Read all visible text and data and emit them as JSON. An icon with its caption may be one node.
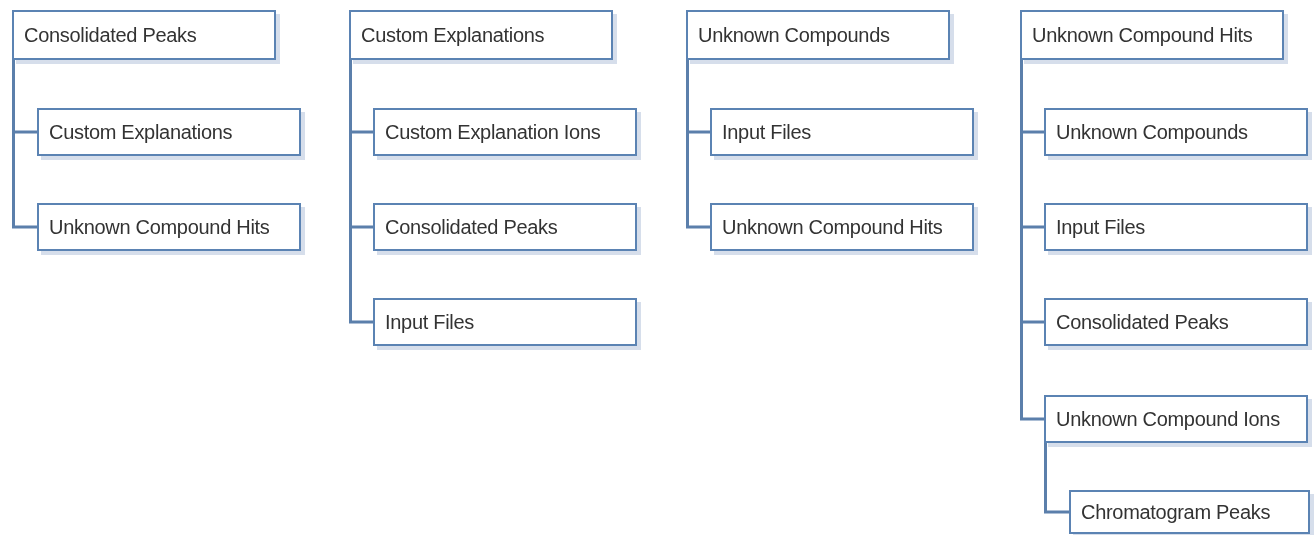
{
  "diagram": {
    "nodes": [
      {
        "text": [
          "Consolidated Peaks"
        ]
      },
      {
        "text": [
          "Custom Explanations"
        ]
      },
      {
        "text": [
          "Unknown Compound Hits"
        ]
      },
      {
        "text": [
          "Custom Explanations"
        ]
      },
      {
        "text": [
          "Custom Explanation Ions"
        ]
      },
      {
        "text": [
          "Consolidated Peaks"
        ]
      },
      {
        "text": [
          "Input Files"
        ]
      },
      {
        "text": [
          "Unknown Compounds"
        ]
      },
      {
        "text": [
          "Input Files"
        ]
      },
      {
        "text": [
          "Unknown Compound Hits"
        ]
      },
      {
        "text": [
          "Unknown Compound Hits"
        ]
      },
      {
        "text": [
          "Unknown Compounds"
        ]
      },
      {
        "text": [
          "Input Files"
        ]
      },
      {
        "text": [
          "Consolidated Peaks"
        ]
      },
      {
        "text": [
          "Unknown Compound Ions"
        ]
      },
      {
        "text": [
          "Chromatogram Peaks"
        ]
      }
    ],
    "edges": [
      {
        "from": 0,
        "to": 1,
        "arrow": "none"
      },
      {
        "from": 0,
        "to": 2,
        "arrow": "none"
      },
      {
        "from": 3,
        "to": 4,
        "arrow": "none"
      },
      {
        "from": 3,
        "to": 5,
        "arrow": "none"
      },
      {
        "from": 3,
        "to": 6,
        "arrow": "none"
      },
      {
        "from": 7,
        "to": 8,
        "arrow": "none"
      },
      {
        "from": 7,
        "to": 9,
        "arrow": "none"
      },
      {
        "from": 10,
        "to": 11,
        "arrow": "none"
      },
      {
        "from": 10,
        "to": 12,
        "arrow": "none"
      },
      {
        "from": 10,
        "to": 13,
        "arrow": "none"
      },
      {
        "from": 10,
        "to": 14,
        "arrow": "none"
      },
      {
        "from": 14,
        "to": 15,
        "arrow": "none"
      }
    ]
  }
}
